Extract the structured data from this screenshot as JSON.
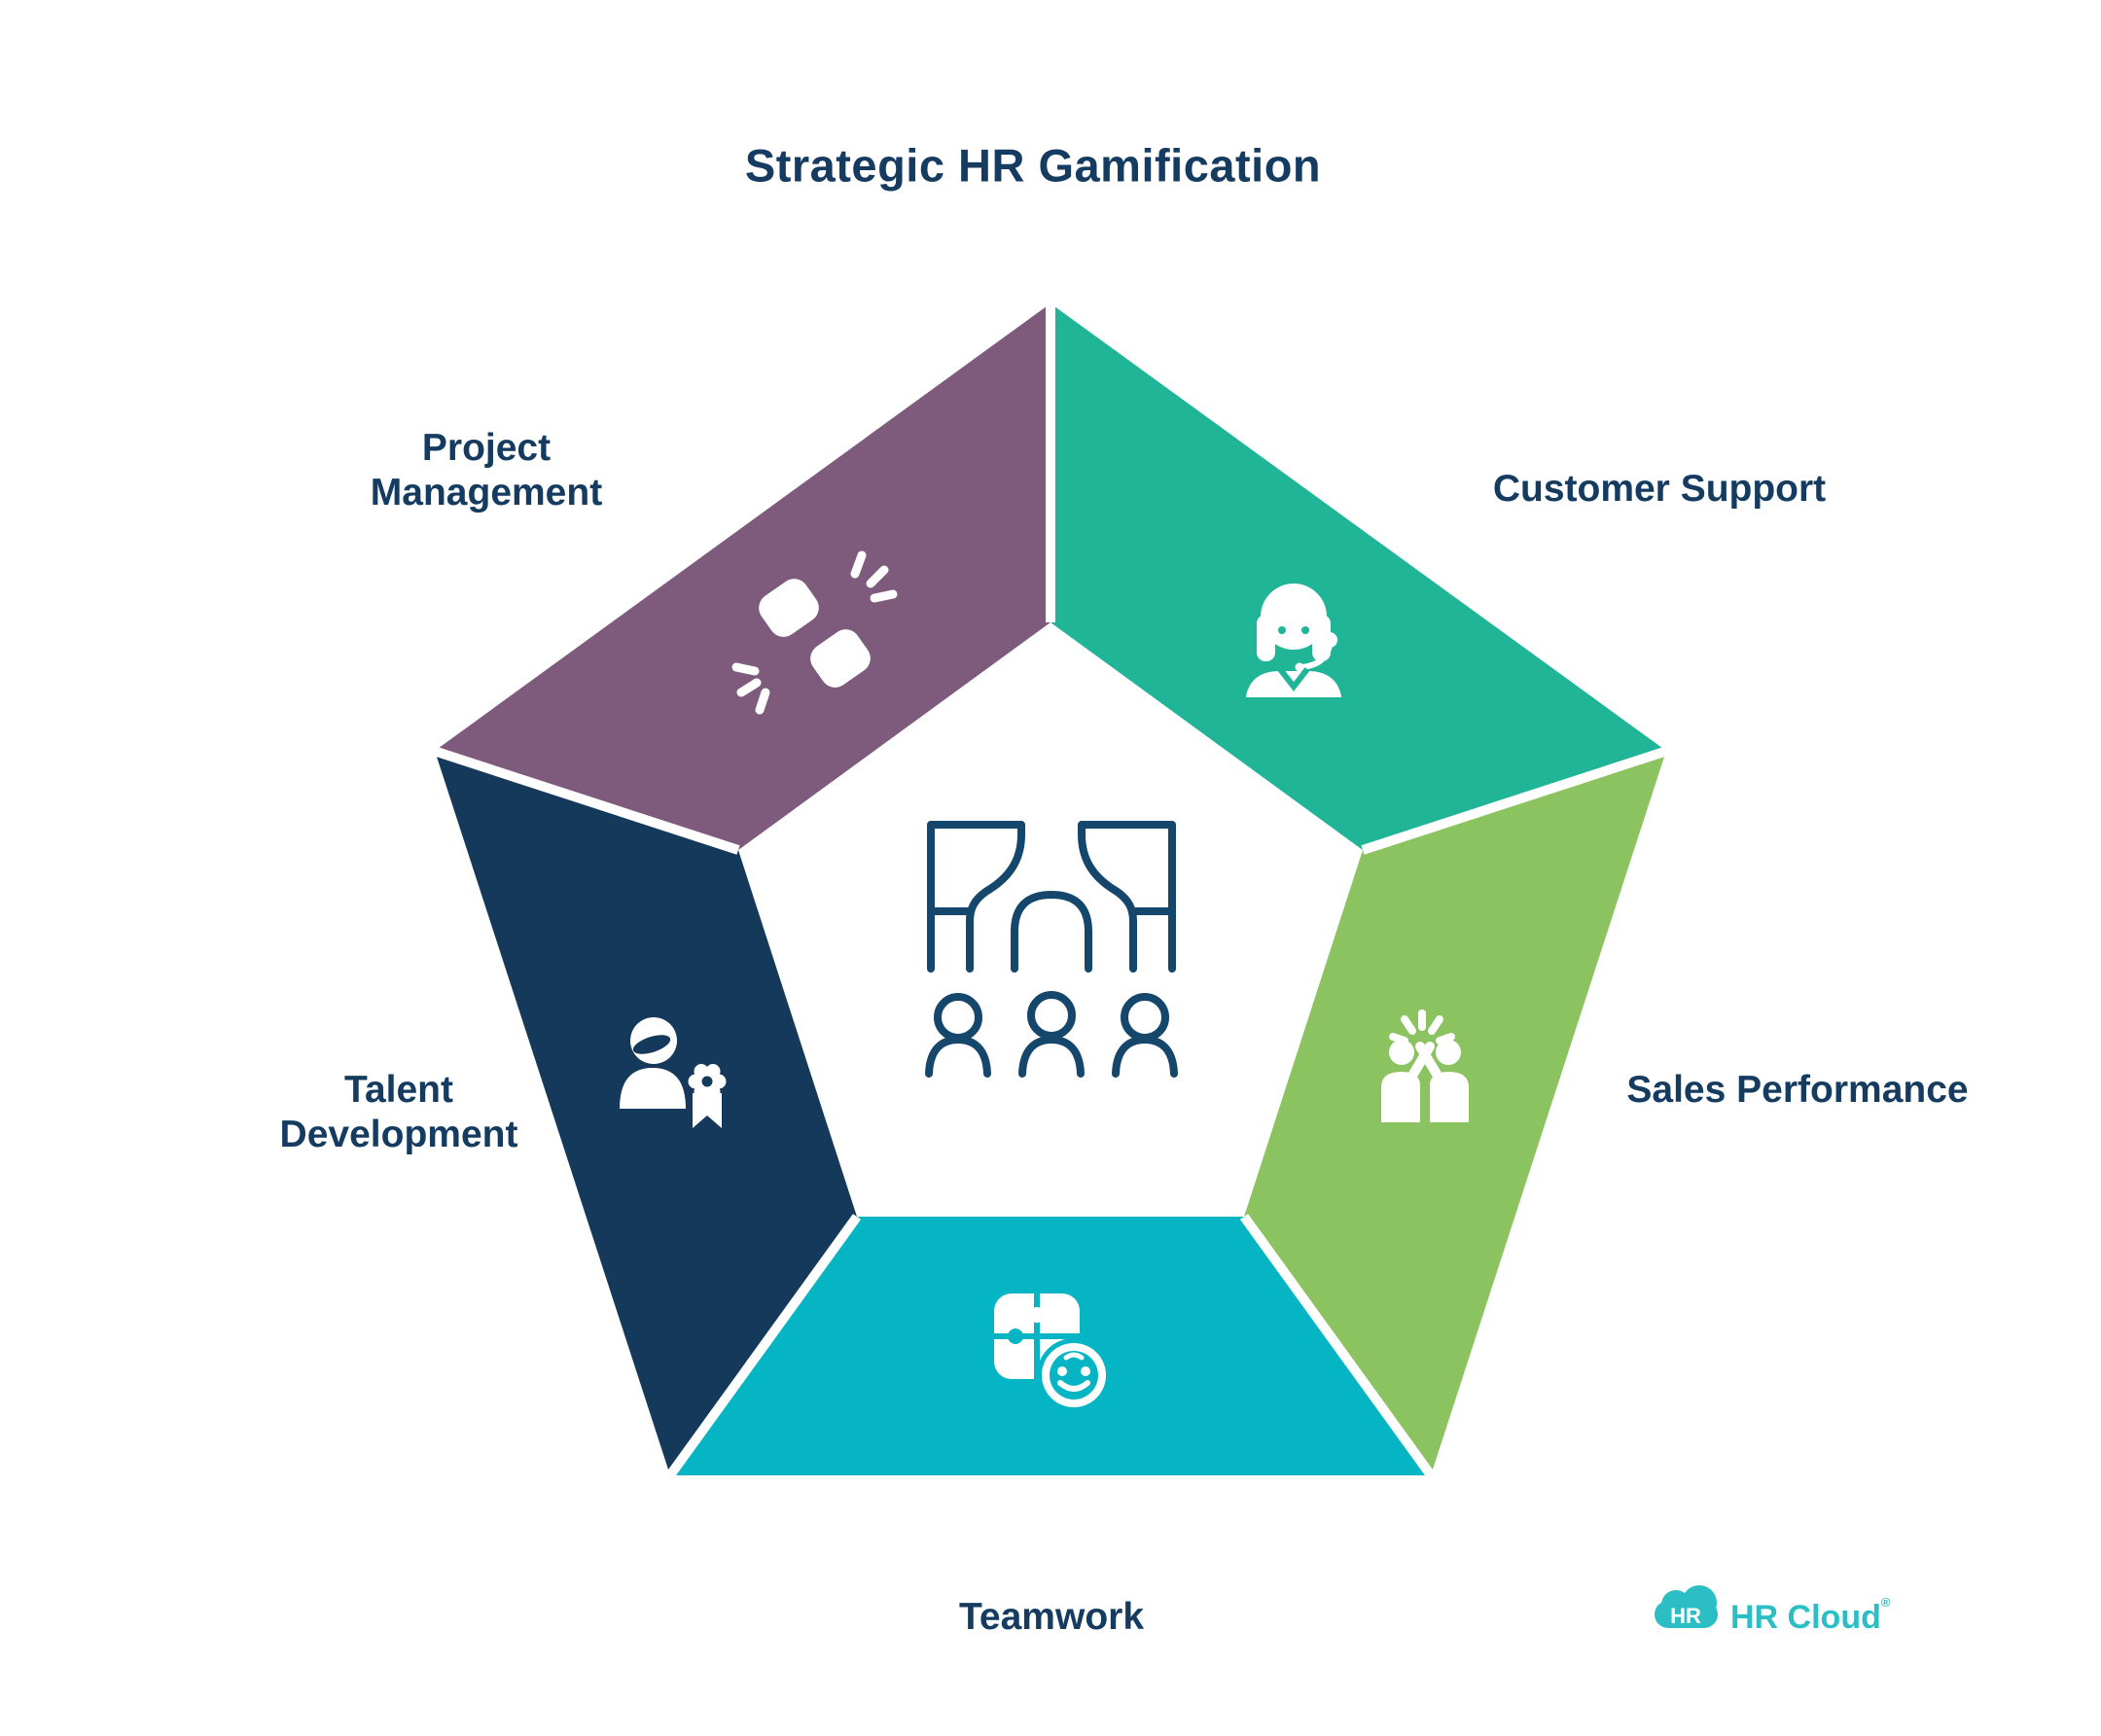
{
  "title": "Strategic HR Gamification",
  "colors": {
    "background": "#ffffff",
    "heading": "#153C60",
    "label": "#153C60",
    "outline": "#15466B",
    "icon": "#ffffff",
    "logo": "#2BBEC5",
    "logo_badge_text": "#ffffff"
  },
  "segments": [
    {
      "name": "project-management",
      "label_lines": [
        "Project",
        "Management"
      ],
      "color": "#7E5A7C",
      "icon": "fist-bump-icon"
    },
    {
      "name": "customer-support",
      "label_lines": [
        "Customer Support"
      ],
      "color": "#20B597",
      "icon": "customer-support-agent-icon"
    },
    {
      "name": "sales-performance",
      "label_lines": [
        "Sales Performance"
      ],
      "color": "#8CC361",
      "icon": "high-five-icon"
    },
    {
      "name": "teamwork",
      "label_lines": [
        "Teamwork"
      ],
      "color": "#06B5C4",
      "icon": "teamwork-puzzle-icon"
    },
    {
      "name": "talent-development",
      "label_lines": [
        "Talent",
        "Development"
      ],
      "color": "#15395A",
      "icon": "person-award-badge-icon"
    }
  ],
  "center_icon": "audience-meeting-icon",
  "logo": {
    "badge_text": "HR",
    "brand_text": "HR Cloud",
    "trademark": "®"
  }
}
